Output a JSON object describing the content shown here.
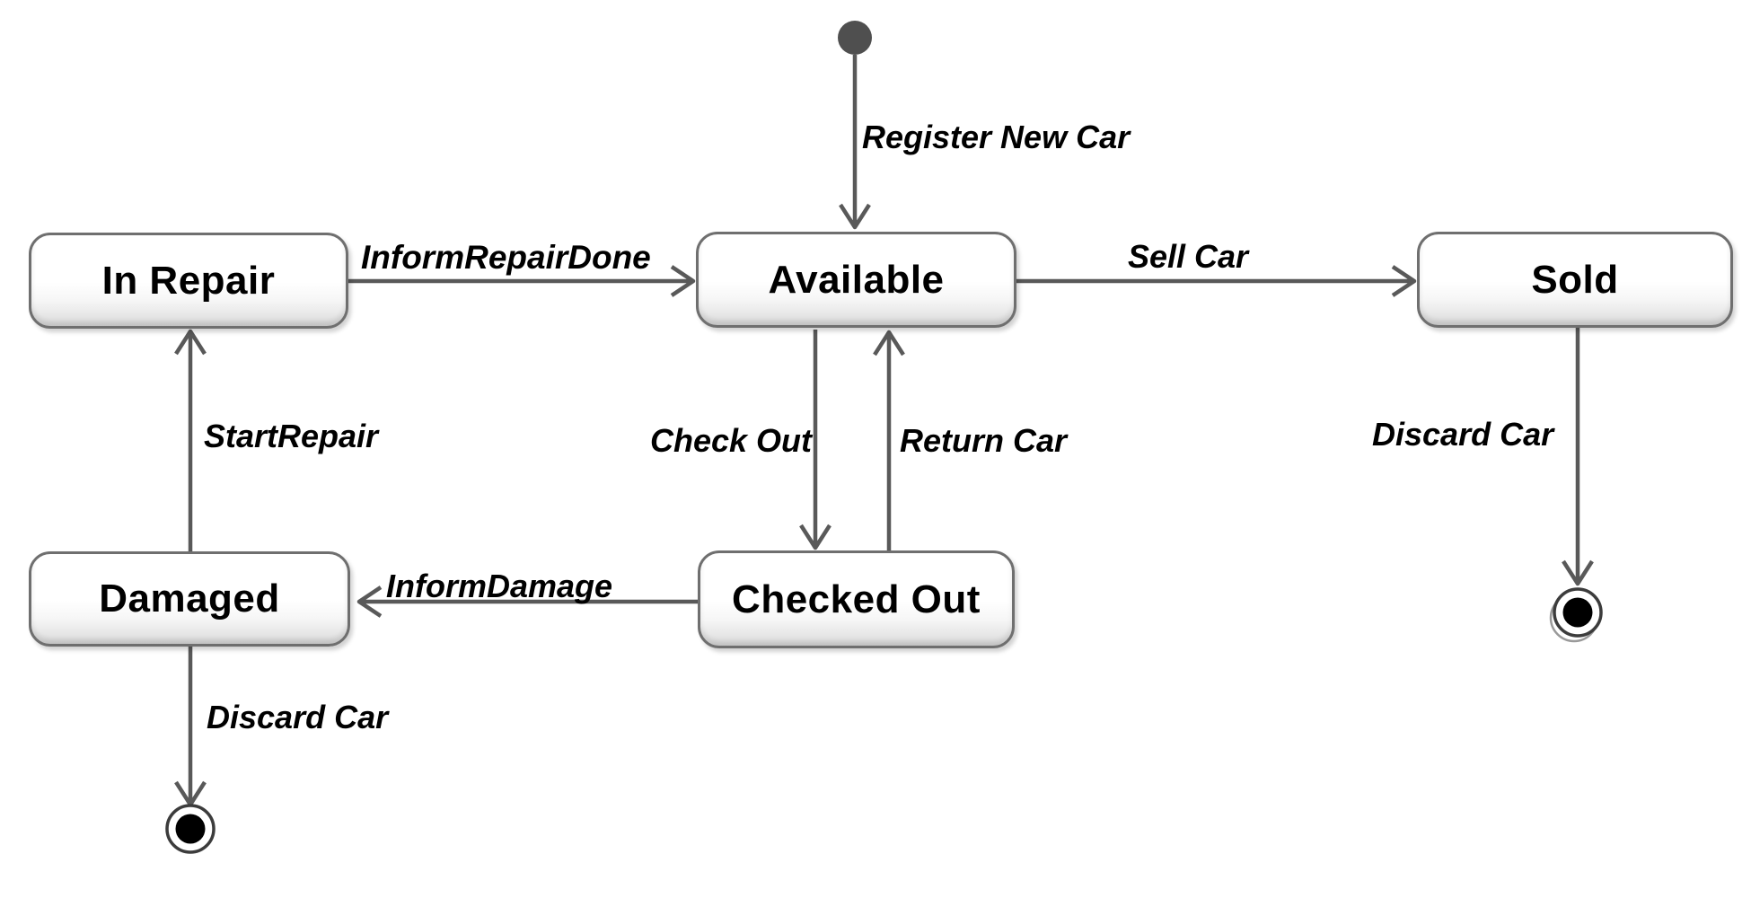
{
  "diagram": {
    "type": "uml-state-diagram",
    "states": [
      {
        "id": "in-repair",
        "label": "In Repair"
      },
      {
        "id": "available",
        "label": "Available"
      },
      {
        "id": "sold",
        "label": "Sold"
      },
      {
        "id": "damaged",
        "label": "Damaged"
      },
      {
        "id": "checked-out",
        "label": "Checked Out"
      }
    ],
    "transitions": [
      {
        "id": "register-new-car",
        "label": "Register New Car",
        "from": "initial",
        "to": "available"
      },
      {
        "id": "inform-repair-done",
        "label": "InformRepairDone",
        "from": "in-repair",
        "to": "available"
      },
      {
        "id": "sell-car",
        "label": "Sell Car",
        "from": "available",
        "to": "sold"
      },
      {
        "id": "check-out",
        "label": "Check Out",
        "from": "available",
        "to": "checked-out"
      },
      {
        "id": "return-car",
        "label": "Return Car",
        "from": "checked-out",
        "to": "available"
      },
      {
        "id": "start-repair",
        "label": "StartRepair",
        "from": "damaged",
        "to": "in-repair"
      },
      {
        "id": "inform-damage",
        "label": "InformDamage",
        "from": "checked-out",
        "to": "damaged"
      },
      {
        "id": "discard-car-sold",
        "label": "Discard Car",
        "from": "sold",
        "to": "final-right"
      },
      {
        "id": "discard-car-damaged",
        "label": "Discard Car",
        "from": "damaged",
        "to": "final-left"
      }
    ],
    "colors": {
      "edge": "#595959",
      "state_border": "#6f6f6f",
      "state_fill_top": "#ffffff",
      "state_fill_bottom": "#d7d7d7",
      "text": "#000000",
      "initial_dot": "#4f4f4f",
      "final_inner": "#000000",
      "final_ring": "#3c3c3c"
    }
  }
}
